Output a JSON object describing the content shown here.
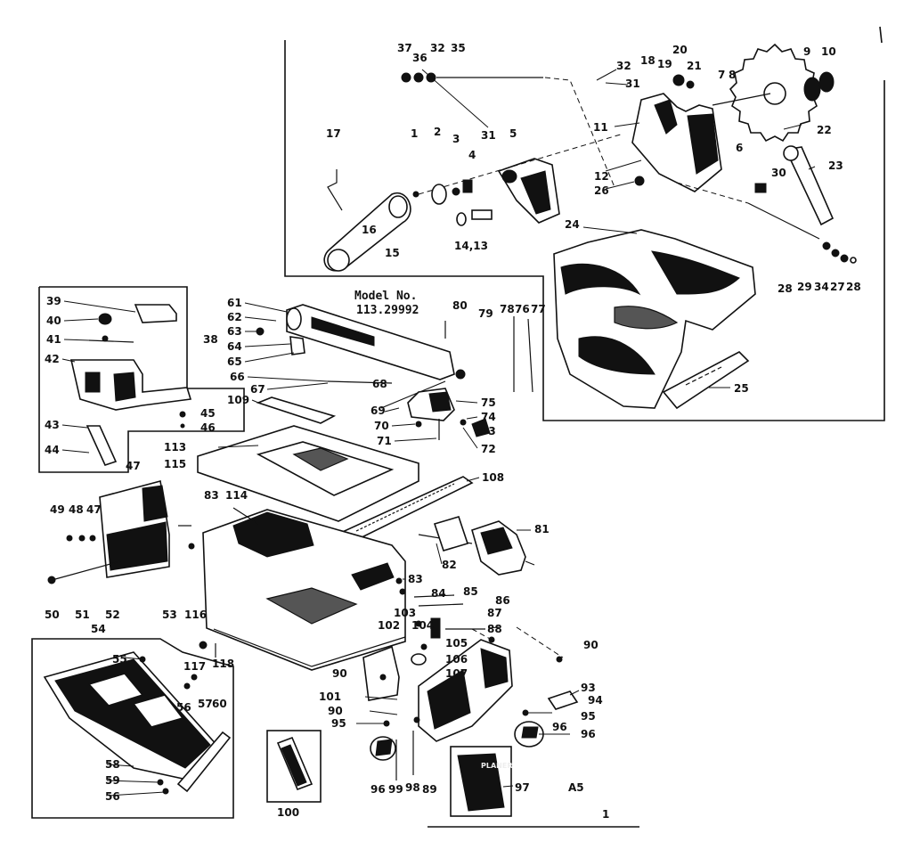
{
  "model": {
    "line1": "Model No.",
    "line2": "113.29992"
  },
  "page_code": "A5",
  "page_mark": "1",
  "planer_label": "PLANER",
  "callouts": [
    {
      "id": "c37",
      "text": "37"
    },
    {
      "id": "c36",
      "text": "36"
    },
    {
      "id": "c32a",
      "text": "32"
    },
    {
      "id": "c35",
      "text": "35"
    },
    {
      "id": "c31a",
      "text": "31"
    },
    {
      "id": "c32b",
      "text": "32"
    },
    {
      "id": "c31b",
      "text": "31"
    },
    {
      "id": "c18",
      "text": "18"
    },
    {
      "id": "c19",
      "text": "19"
    },
    {
      "id": "c20",
      "text": "20"
    },
    {
      "id": "c21",
      "text": "21"
    },
    {
      "id": "c7",
      "text": "7"
    },
    {
      "id": "c8",
      "text": "8"
    },
    {
      "id": "c9",
      "text": "9"
    },
    {
      "id": "c10",
      "text": "10"
    },
    {
      "id": "c11",
      "text": "11"
    },
    {
      "id": "c22",
      "text": "22"
    },
    {
      "id": "c6",
      "text": "6"
    },
    {
      "id": "c23",
      "text": "23"
    },
    {
      "id": "c17",
      "text": "17"
    },
    {
      "id": "c1",
      "text": "1"
    },
    {
      "id": "c2",
      "text": "2"
    },
    {
      "id": "c3",
      "text": "3"
    },
    {
      "id": "c4",
      "text": "4"
    },
    {
      "id": "c5",
      "text": "5"
    },
    {
      "id": "c12",
      "text": "12"
    },
    {
      "id": "c26",
      "text": "26"
    },
    {
      "id": "c30",
      "text": "30"
    },
    {
      "id": "c16",
      "text": "16"
    },
    {
      "id": "c15",
      "text": "15"
    },
    {
      "id": "c14_13",
      "text": "14,13"
    },
    {
      "id": "c24",
      "text": "24"
    },
    {
      "id": "c28a",
      "text": "28"
    },
    {
      "id": "c29",
      "text": "29"
    },
    {
      "id": "c34",
      "text": "34"
    },
    {
      "id": "c27",
      "text": "27"
    },
    {
      "id": "c28b",
      "text": "28"
    },
    {
      "id": "c25",
      "text": "25"
    },
    {
      "id": "c39",
      "text": "39"
    },
    {
      "id": "c40",
      "text": "40"
    },
    {
      "id": "c41",
      "text": "41"
    },
    {
      "id": "c42",
      "text": "42"
    },
    {
      "id": "c38",
      "text": "38"
    },
    {
      "id": "c43",
      "text": "43"
    },
    {
      "id": "c44",
      "text": "44"
    },
    {
      "id": "c45",
      "text": "45"
    },
    {
      "id": "c46",
      "text": "46"
    },
    {
      "id": "c61",
      "text": "61"
    },
    {
      "id": "c62",
      "text": "62"
    },
    {
      "id": "c63",
      "text": "63"
    },
    {
      "id": "c64",
      "text": "64"
    },
    {
      "id": "c65",
      "text": "65"
    },
    {
      "id": "c66",
      "text": "66"
    },
    {
      "id": "c67",
      "text": "67"
    },
    {
      "id": "c68",
      "text": "68"
    },
    {
      "id": "c80",
      "text": "80"
    },
    {
      "id": "c79",
      "text": "79"
    },
    {
      "id": "c78",
      "text": "78"
    },
    {
      "id": "c76",
      "text": "76"
    },
    {
      "id": "c77",
      "text": "77"
    },
    {
      "id": "c75",
      "text": "75"
    },
    {
      "id": "c74",
      "text": "74"
    },
    {
      "id": "c73",
      "text": "73"
    },
    {
      "id": "c72",
      "text": "72"
    },
    {
      "id": "c69",
      "text": "69"
    },
    {
      "id": "c70",
      "text": "70"
    },
    {
      "id": "c71",
      "text": "71"
    },
    {
      "id": "c109",
      "text": "109"
    },
    {
      "id": "c113",
      "text": "113"
    },
    {
      "id": "c115",
      "text": "115"
    },
    {
      "id": "c108",
      "text": "108"
    },
    {
      "id": "c47a",
      "text": "47"
    },
    {
      "id": "c49",
      "text": "49"
    },
    {
      "id": "c48",
      "text": "48"
    },
    {
      "id": "c47b",
      "text": "47"
    },
    {
      "id": "c83a",
      "text": "83"
    },
    {
      "id": "c114",
      "text": "114"
    },
    {
      "id": "c81",
      "text": "81"
    },
    {
      "id": "c82",
      "text": "82"
    },
    {
      "id": "c83b",
      "text": "83"
    },
    {
      "id": "c84",
      "text": "84"
    },
    {
      "id": "c85",
      "text": "85"
    },
    {
      "id": "c86",
      "text": "86"
    },
    {
      "id": "c87",
      "text": "87"
    },
    {
      "id": "c88",
      "text": "88"
    },
    {
      "id": "c103",
      "text": "103"
    },
    {
      "id": "c102",
      "text": "102"
    },
    {
      "id": "c104",
      "text": "104"
    },
    {
      "id": "c105",
      "text": "105"
    },
    {
      "id": "c106",
      "text": "106"
    },
    {
      "id": "c107",
      "text": "107"
    },
    {
      "id": "c50",
      "text": "50"
    },
    {
      "id": "c51",
      "text": "51"
    },
    {
      "id": "c52",
      "text": "52"
    },
    {
      "id": "c53",
      "text": "53"
    },
    {
      "id": "c116",
      "text": "116"
    },
    {
      "id": "c54",
      "text": "54"
    },
    {
      "id": "c55",
      "text": "55"
    },
    {
      "id": "c117",
      "text": "117"
    },
    {
      "id": "c118",
      "text": "118"
    },
    {
      "id": "c90a",
      "text": "90"
    },
    {
      "id": "c90b",
      "text": "90"
    },
    {
      "id": "c101",
      "text": "101"
    },
    {
      "id": "c90c",
      "text": "90"
    },
    {
      "id": "c93",
      "text": "93"
    },
    {
      "id": "c94",
      "text": "94"
    },
    {
      "id": "c95a",
      "text": "95"
    },
    {
      "id": "c95b",
      "text": "95"
    },
    {
      "id": "c96a",
      "text": "96"
    },
    {
      "id": "c56a",
      "text": "56"
    },
    {
      "id": "c57",
      "text": "57"
    },
    {
      "id": "c60",
      "text": "60"
    },
    {
      "id": "c58",
      "text": "58"
    },
    {
      "id": "c59",
      "text": "59"
    },
    {
      "id": "c56b",
      "text": "56"
    },
    {
      "id": "c100",
      "text": "100"
    },
    {
      "id": "c96b",
      "text": "96"
    },
    {
      "id": "c99",
      "text": "99"
    },
    {
      "id": "c98",
      "text": "98"
    },
    {
      "id": "c89",
      "text": "89"
    },
    {
      "id": "c97",
      "text": "97"
    },
    {
      "id": "c96c",
      "text": "96"
    }
  ]
}
